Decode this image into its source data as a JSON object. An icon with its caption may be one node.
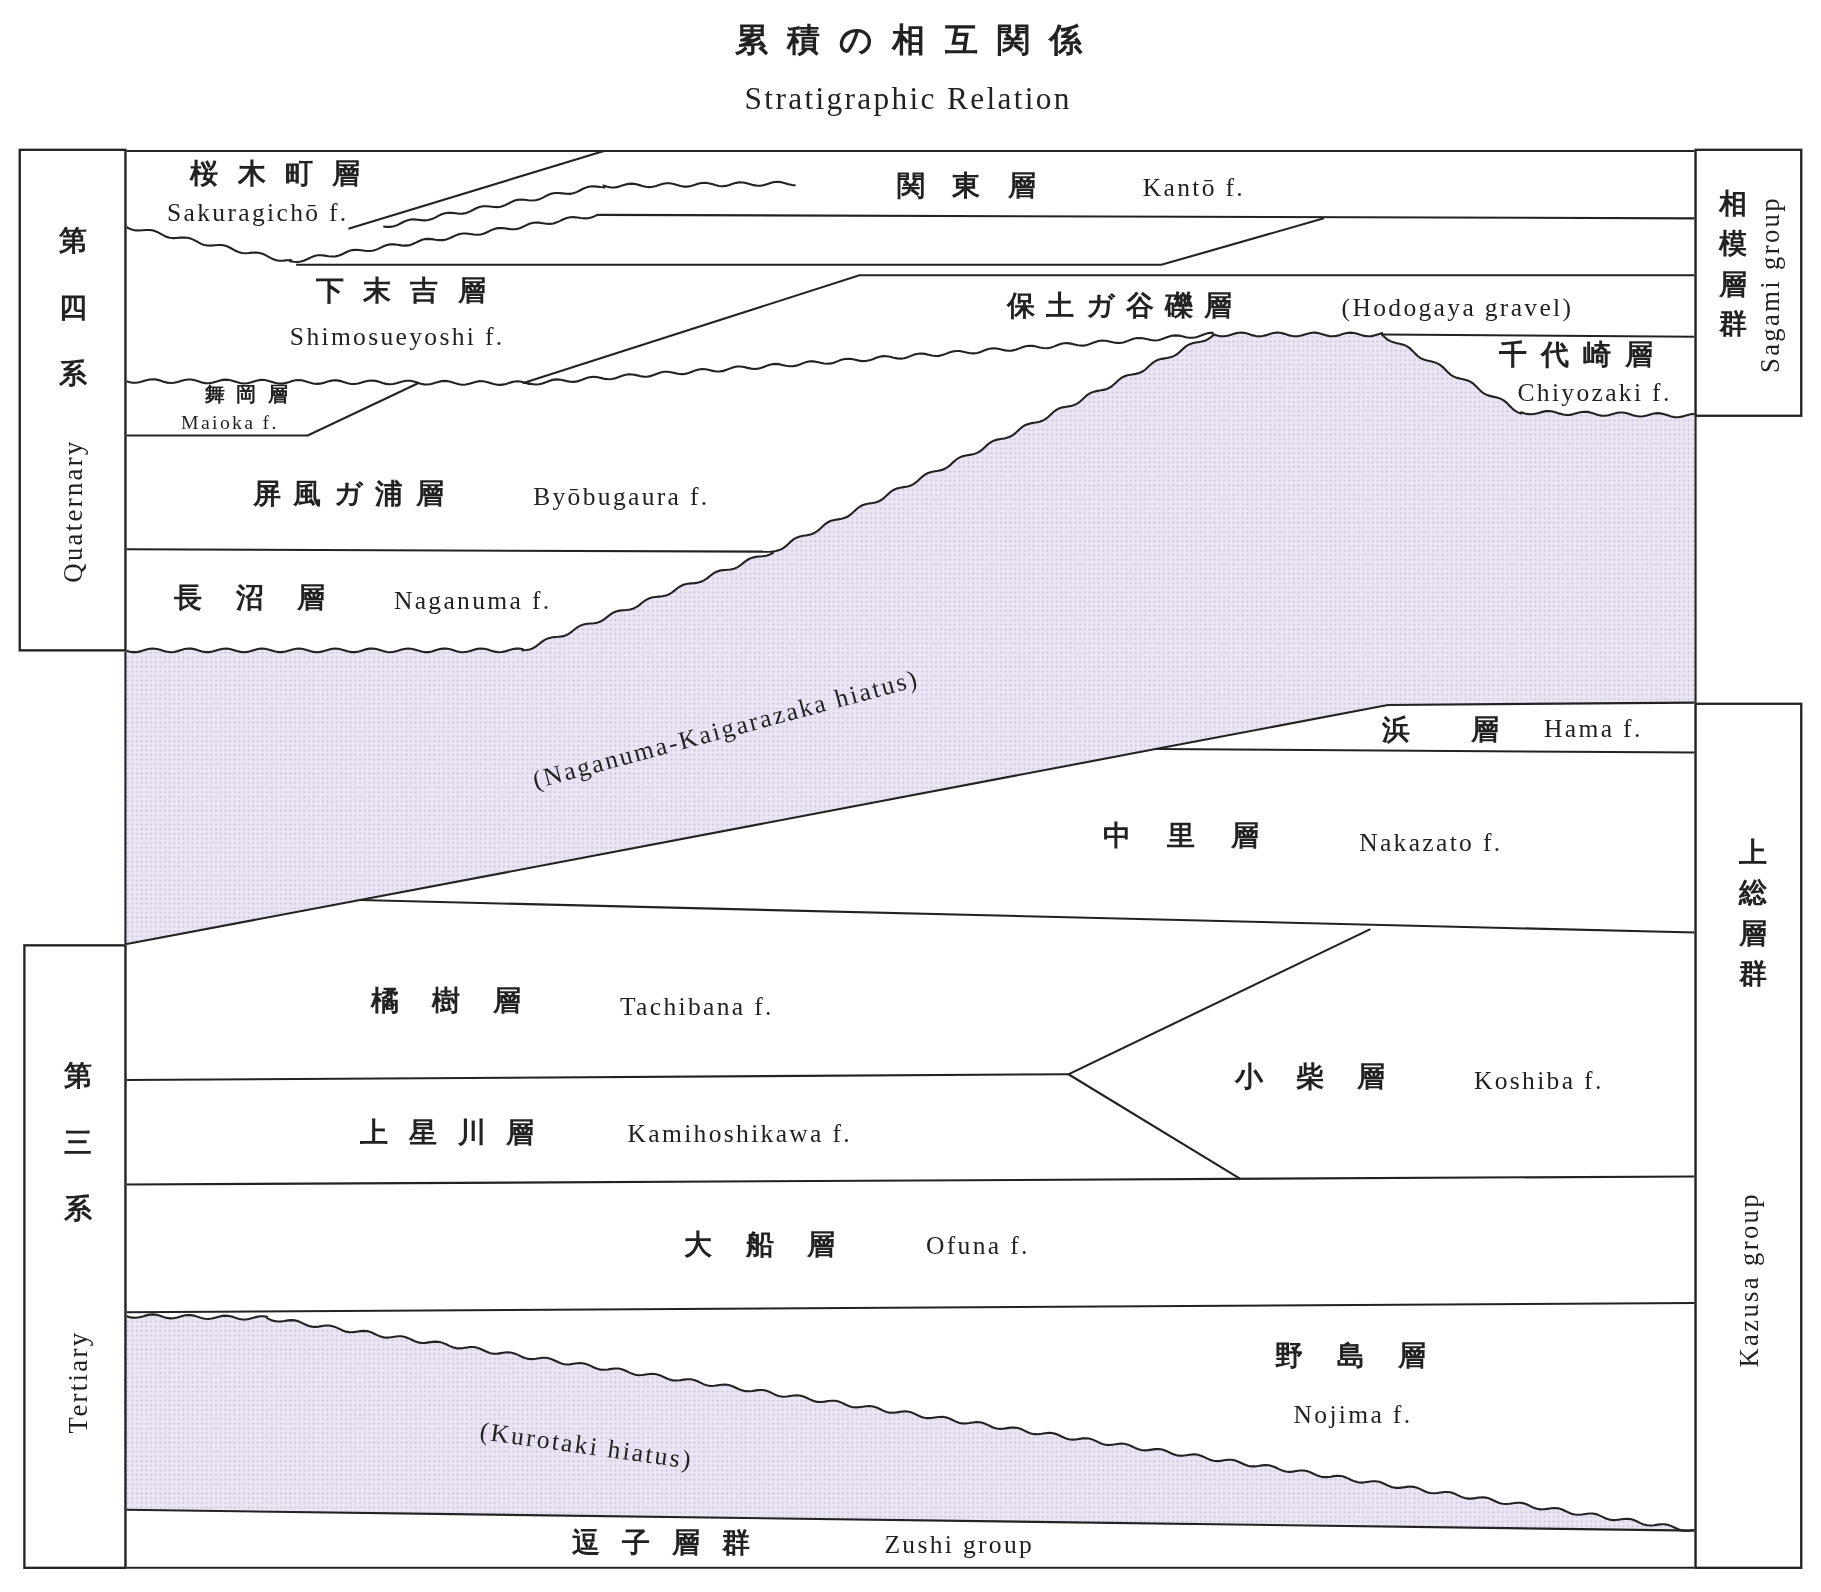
{
  "diagram": {
    "title": "累積の相互関係",
    "nodes": [
      {
        "text": [
          "第四系",
          "Quaternary"
        ]
      },
      {
        "text": [
          "第三系",
          "Tertiary"
        ]
      },
      {
        "text": [
          "相模層群",
          "Sagami group"
        ]
      },
      {
        "text": [
          "上総層群",
          "Kazusa group"
        ]
      }
    ],
    "labels": [
      "Stratigraphic Relation",
      "桜木町層",
      "Sakuragichō f.",
      "関東層",
      "Kantō f.",
      "下末吉層",
      "Shimosueyoshi f.",
      "保土ガ谷礫層",
      "(Hodogaya gravel)",
      "千代崎層",
      "舞岡層",
      "Chiyozaki f.",
      "Maioka f.",
      "屏風ガ浦層",
      "Byōbugaura f.",
      "長沼層",
      "Naganuma f.",
      "(Naganuma-Kaigarazaka hiatus)",
      "浜層",
      "Hama f.",
      "中里層",
      "Nakazato f.",
      "橘樹層",
      "Tachibana f.",
      "小柴層",
      "Koshiba f.",
      "上星川層",
      "Kamihoshikawa f.",
      "大船層",
      "Ofuna f.",
      "野島層",
      "Nojima f.",
      "(Kurotaki hiatus)",
      "逗子層群",
      "Zushi group"
    ]
  }
}
